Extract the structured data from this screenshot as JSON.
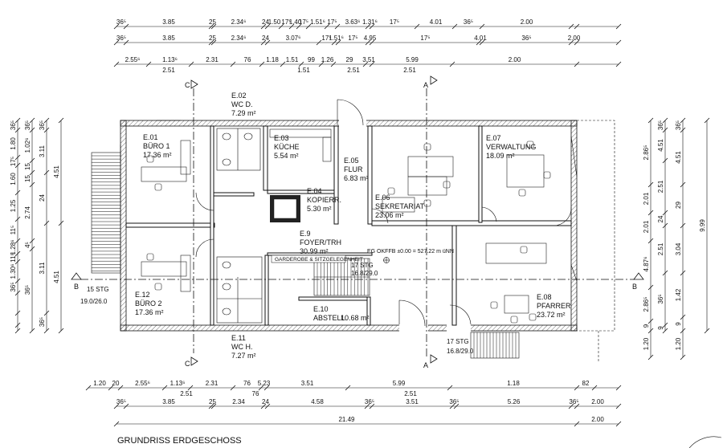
{
  "title": "GRUNDRISS ERDGESCHOSS",
  "dim_rows": {
    "top1": [
      "36⁵",
      "3.85",
      "25",
      "2.34⁶",
      "24",
      "1.50",
      "17⁵",
      "1.40",
      "17⁵",
      "1.51⁶",
      "17⁵",
      "3.63⁶",
      "1.31⁶",
      "17⁵",
      "4.01",
      "36⁵",
      "2.00"
    ],
    "top2": [
      "36⁵",
      "3.85",
      "25",
      "2.34⁶",
      "24",
      "3.07⁶",
      "17⁵",
      "1.51⁶",
      "17⁵",
      "4.95",
      "17⁵",
      "4.01",
      "36⁵",
      "2.00"
    ],
    "top3": [
      "2.55⁶",
      "1.13⁶",
      "2.31",
      "76",
      "1.18",
      "1.51",
      "99",
      "1.26",
      "29",
      "3.51",
      "5.99",
      "2.00"
    ],
    "top3b": [
      "2.51",
      "1.51",
      "2.51",
      "2.51"
    ],
    "bot1": [
      "1.20",
      "20",
      "2.55⁶",
      "1.13⁶",
      "2.31",
      "76",
      "5.23",
      "3.51",
      "5.99",
      "1.18",
      "82"
    ],
    "bot1b": [
      "2.51",
      "76",
      "2.51"
    ],
    "bot2": [
      "36⁵",
      "3.85",
      "25",
      "2.34",
      "24",
      "4.58",
      "36⁵",
      "3.51",
      "36⁵",
      "5.26",
      "36⁵",
      "2.00"
    ],
    "bot3": [
      "21.49",
      "2.00"
    ],
    "left_outer": [
      "36⁵",
      "1.80",
      "17⁵",
      "1.60",
      "1.25",
      "11⁵",
      "1.28⁶",
      "11⁵",
      "1.30⁶",
      "36⁵"
    ],
    "left_mid": [
      "36⁵",
      "1.02⁶",
      "15",
      "15",
      "2.74",
      "4⁵",
      "36⁵"
    ],
    "left_inner": [
      "36⁵",
      "3.11",
      "24",
      "3.11",
      "36⁵"
    ],
    "left_total": [
      "4.51",
      "4.51"
    ],
    "right_a": [
      "2.86⁵",
      "2.01",
      "2.01",
      "4.87⁶",
      "2.86⁵",
      "9",
      "1.20"
    ],
    "right_b": [
      "36⁵",
      "4.51",
      "2.51",
      "24",
      "2.51",
      "36⁵",
      "9"
    ],
    "right_c": [
      "36⁵",
      "4.51",
      "29",
      "3.04",
      "1.42",
      "9",
      "1.20"
    ],
    "right_total": [
      "9.99"
    ]
  },
  "axes": {
    "a_top": "A",
    "a_bot": "A",
    "c_top": "C",
    "c_bot": "C",
    "b_left": "B",
    "b_right": "B"
  },
  "rooms": [
    {
      "id": "E.01",
      "name": "BÜRO 1",
      "area": "17.36 m²"
    },
    {
      "id": "E.02",
      "name": "WC D.",
      "area": "7.29 m²"
    },
    {
      "id": "E.03",
      "name": "KÜCHE",
      "area": "5.54 m²"
    },
    {
      "id": "E.04",
      "name": "KOPIERR.",
      "area": "5.30 m²"
    },
    {
      "id": "E.05",
      "name": "FLUR",
      "area": "6.83 m²"
    },
    {
      "id": "E.06",
      "name": "SEKRETARIAT",
      "area": "23.06 m²"
    },
    {
      "id": "E.07",
      "name": "VERWALTUNG",
      "area": "18.09 m²"
    },
    {
      "id": "E.08",
      "name": "PFARRER",
      "area": "23.72 m²"
    },
    {
      "id": "E.9",
      "name": "FOYER/TRH",
      "area": "30.99 m²"
    },
    {
      "id": "E.10",
      "name": "ABSTELL.",
      "area": "10.68 m²"
    },
    {
      "id": "E.11",
      "name": "WC H.",
      "area": "7.27 m²"
    },
    {
      "id": "E.12",
      "name": "BÜRO 2",
      "area": "17.36 m²"
    }
  ],
  "notes": {
    "garderobe": "GARDEROBE & SITZGELEGENHEIT",
    "okffb": "EG OKFFB ±0.00 = 527.22 m üNN",
    "stg_left_1": "15 STG",
    "stg_left_2": "19.0/26.0",
    "stg_inner_1": "17 STG",
    "stg_inner_2": "16.8/29.0",
    "stg_ext_1": "17 STG",
    "stg_ext_2": "16.8/29.0"
  }
}
